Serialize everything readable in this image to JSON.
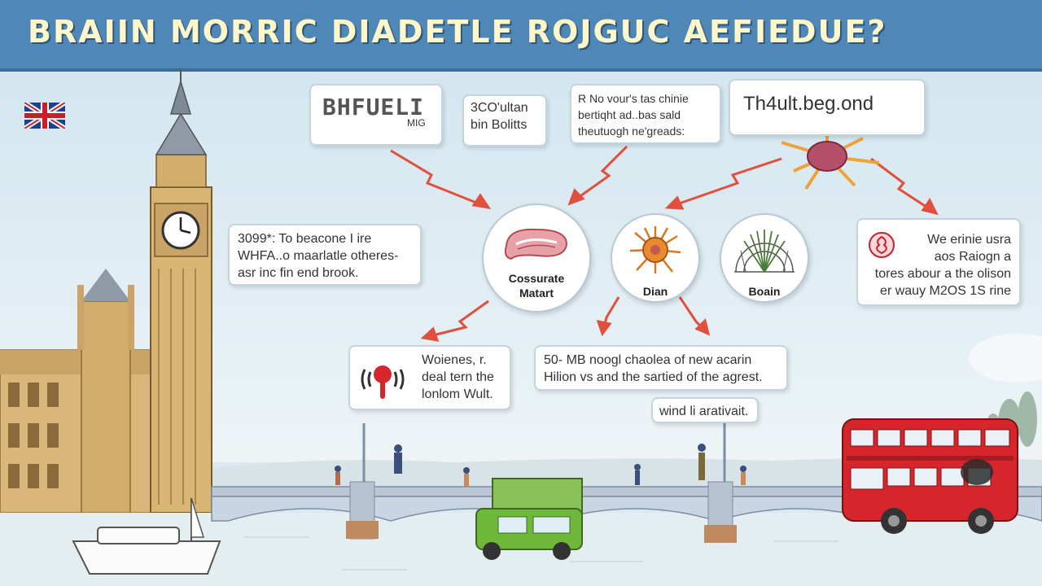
{
  "title": "BRAIIN MORRIC DIADETLE ROJGUC AEFIEDUE?",
  "cards": {
    "card1": {
      "line1": "BHFUELI",
      "line2": "MIG"
    },
    "card2": {
      "line1": "3CO'ultan",
      "line2": "bin Bolitts"
    },
    "card3": {
      "line1": "R No vour's tas chinie",
      "line2": "bertiqht ad..bas sald",
      "line3": "theutuogh ne'greads:"
    },
    "card4": {
      "line1": "Th4ult.beg.ond"
    },
    "card5": {
      "line1": "3099*: To beacone I ire",
      "line2": "WHFA..o maarlatle otheres-",
      "line3": "asr inc fin end brook."
    },
    "card6": {
      "line1": "We erinie usra",
      "line2": "aos Raiogn a",
      "line3": "tores abour a the olison",
      "line4": "er wauy M2OS 1S rine"
    },
    "card7": {
      "line1": "Woienes, r.",
      "line2": "deal tern the",
      "line3": "lonlom Wult."
    },
    "card8": {
      "line1": "50- MB noogl chaolea of new acarin",
      "line2": "Hilion vs and the sartied of the agrest."
    },
    "card9": {
      "line1": "wind li arativait."
    }
  },
  "nodes": {
    "node1": {
      "line1": "Cossurate",
      "line2": "Matart"
    },
    "node2": {
      "label": "Dian"
    },
    "node3": {
      "label": "Boain"
    }
  },
  "colors": {
    "arrow": "#e0503c",
    "title_bg": "#4f87b7",
    "title_text": "#fff7c9",
    "bus_red": "#d6262b",
    "van_green": "#6fb83b"
  },
  "icons": {
    "flag": "union-jack-icon",
    "steak": "meat-icon",
    "urchin": "spiky-cell-icon",
    "fan": "fan-diagram-icon",
    "sun": "sun-burst-icon",
    "rose": "rose-icon",
    "speaker": "speaker-icon"
  }
}
